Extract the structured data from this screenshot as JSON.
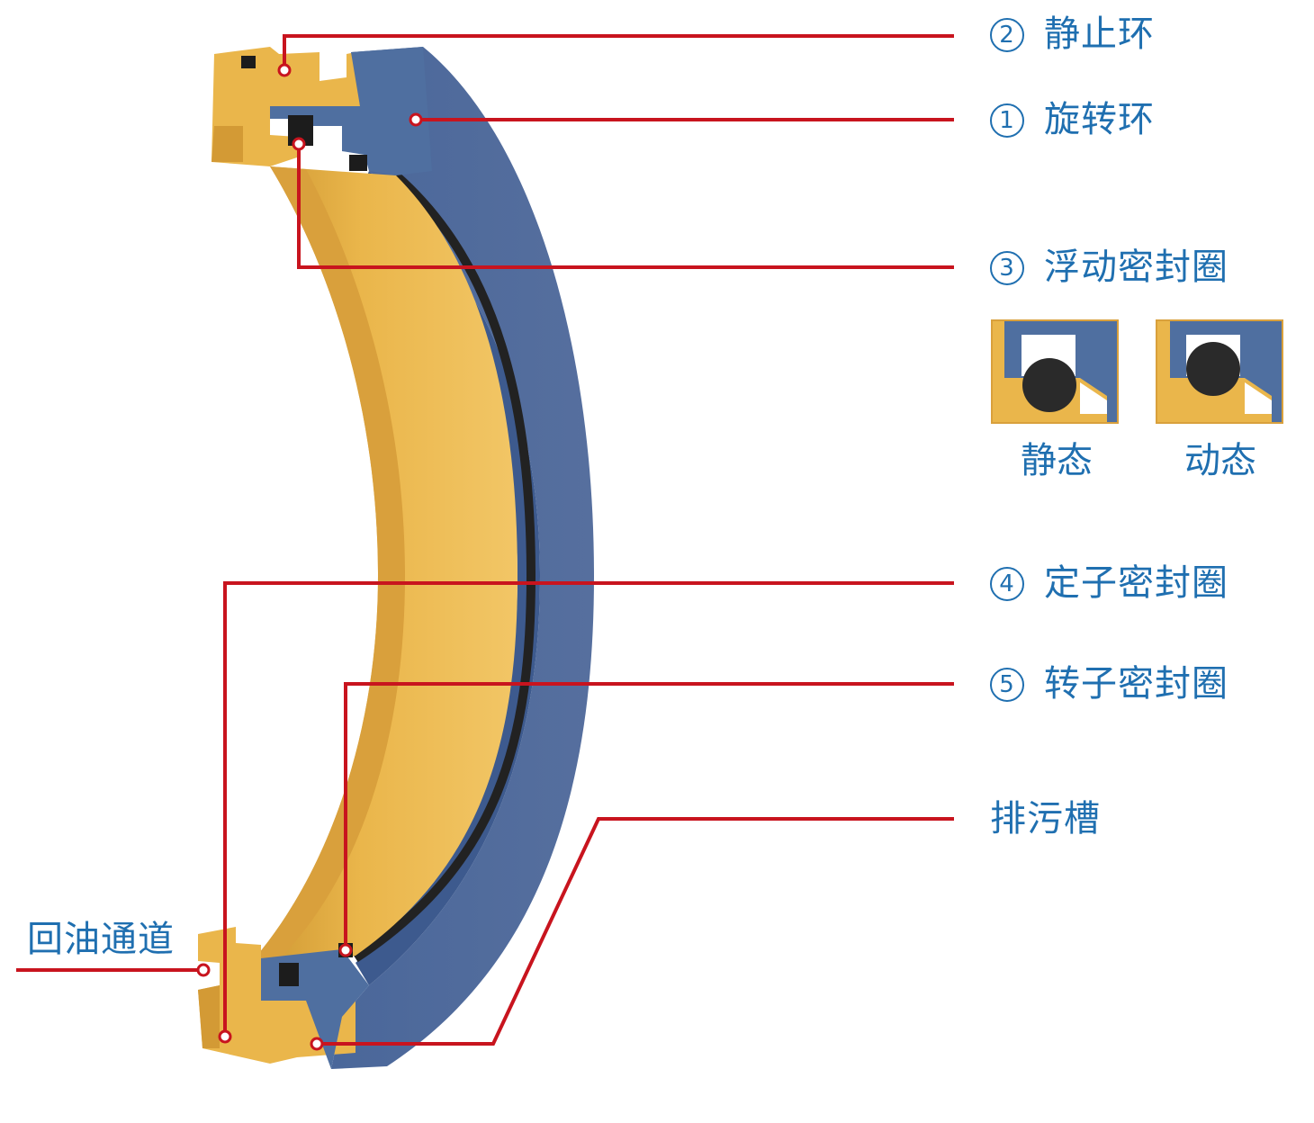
{
  "labels": {
    "static_ring": {
      "num": "2",
      "text": "静止环"
    },
    "rotating_ring": {
      "num": "1",
      "text": "旋转环"
    },
    "floating_seal": {
      "num": "3",
      "text": "浮动密封圈"
    },
    "stator_seal": {
      "num": "4",
      "text": "定子密封圈"
    },
    "rotor_seal": {
      "num": "5",
      "text": "转子密封圈"
    },
    "drain_groove": {
      "text": "排污槽"
    },
    "oil_return": {
      "text": "回油通道"
    }
  },
  "states": {
    "static": "静态",
    "dynamic": "动态"
  },
  "colors": {
    "yellow": "#eab64b",
    "blue": "#4f6fa0",
    "leader": "#c8141e",
    "text": "#1f6fb0",
    "seal": "#2a2a2a"
  }
}
